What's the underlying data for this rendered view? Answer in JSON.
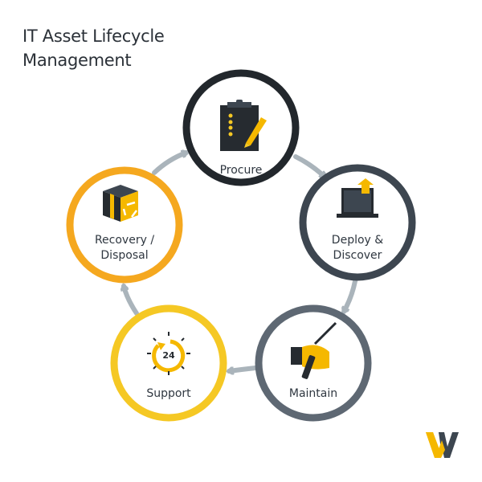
{
  "title_line1": "IT Asset Lifecycle",
  "title_line2": "Management",
  "stages": [
    {
      "label": "Procure",
      "icon": "clipboard-pen-icon",
      "color": "#22272c"
    },
    {
      "label_line1": "Deploy &",
      "label_line2": "Discover",
      "icon": "laptop-upload-icon",
      "color": "#3d4650"
    },
    {
      "label": "Maintain",
      "icon": "hand-screwdriver-icon",
      "color": "#5e6873"
    },
    {
      "label": "Support",
      "icon": "24-hour-support-icon",
      "color": "#f5c824"
    },
    {
      "label_line1": "Recovery /",
      "label_line2": "Disposal",
      "icon": "box-recycle-icon",
      "color": "#f5a81f"
    }
  ],
  "arrow_color": "#aab4bb",
  "logo": {
    "text": "W",
    "colors": [
      "#f5b800",
      "#3d4650"
    ]
  }
}
